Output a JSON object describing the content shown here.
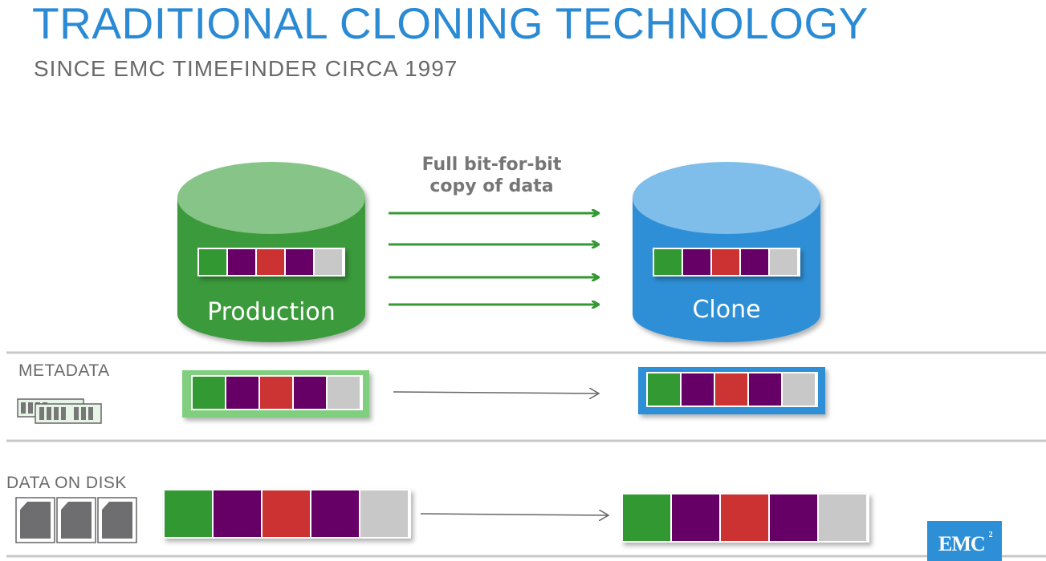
{
  "header": {
    "title": "TRADITIONAL CLONING TECHNOLOGY",
    "subtitle": "SINCE EMC TIMEFINDER CIRCA 1997"
  },
  "copy_caption": {
    "line1": "Full bit-for-bit",
    "line2": "copy of data"
  },
  "production": {
    "label": "Production",
    "body_color": "#3a9a3a",
    "top_color": "#86c488"
  },
  "clone": {
    "label": "Clone",
    "body_color": "#2d8fd6",
    "top_color": "#7fbeea"
  },
  "sections": {
    "metadata": "METADATA",
    "data_on_disk": "DATA ON DISK"
  },
  "block_colors": [
    "#339933",
    "#660066",
    "#cc3333",
    "#660066",
    "#c8c8c8"
  ],
  "colors": {
    "arrow_green": "#339933",
    "arrow_gray": "#666666",
    "divider": "#c8c8c8",
    "metadata_frame_green": "#7fcf7f",
    "metadata_frame_blue": "#2d8fd6",
    "title_blue": "#2a8ad4"
  },
  "icons": {
    "memory": "memory-module-icon",
    "disk": "sd-card-icon"
  },
  "logo": {
    "text": "EMC",
    "superscript": "2"
  }
}
